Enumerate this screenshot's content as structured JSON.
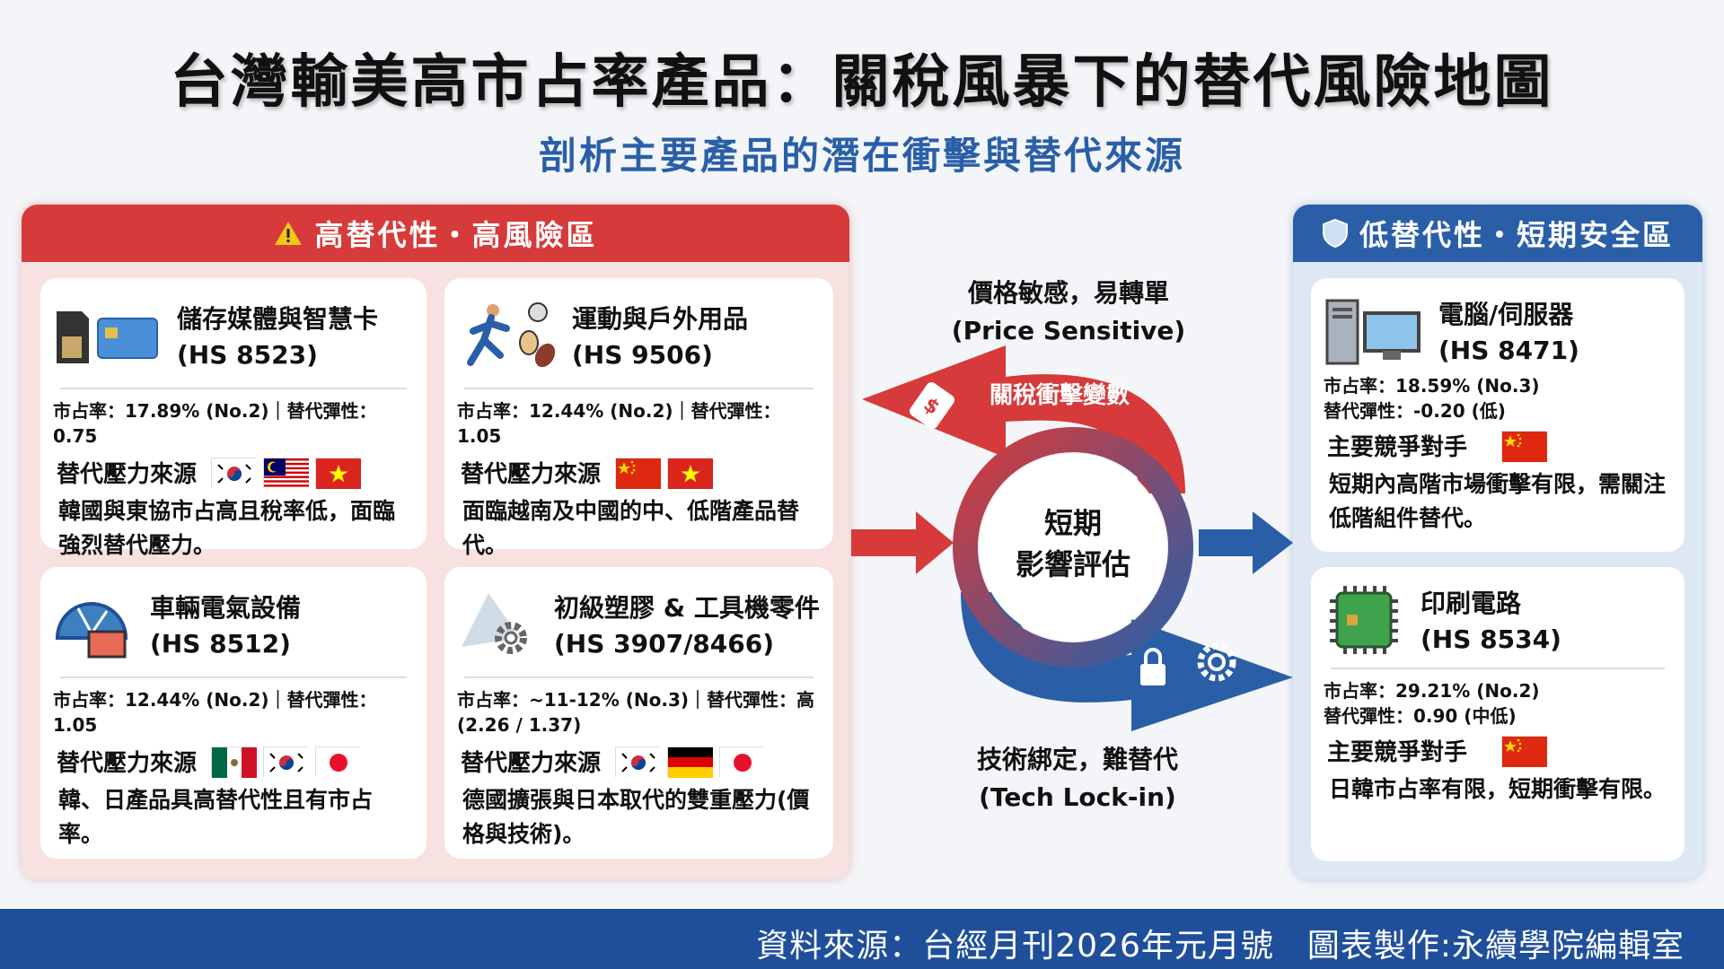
{
  "title": "台灣輸美高市占率產品：關稅風暴下的替代風險地圖",
  "subtitle": "剖析主要產品的潛在衝擊與替代來源",
  "high_zone": {
    "header": "高替代性・高風險區",
    "icon": "warning-icon",
    "color": "#d63a3a",
    "cards": [
      {
        "name": "儲存媒體與智慧卡",
        "code": "(HS 8523)",
        "icon": "memory-card-icon",
        "stat": "市占率：17.89% (No.2)｜替代彈性：0.75",
        "source_label": "替代壓力來源",
        "flags": [
          "korea",
          "malaysia",
          "vietnam"
        ],
        "desc": "韓國與東協市占高且稅率低，面臨強烈替代壓力。"
      },
      {
        "name": "運動與戶外用品",
        "code": "(HS 9506)",
        "icon": "sports-icon",
        "stat": "市占率：12.44% (No.2)｜替代彈性：1.05",
        "source_label": "替代壓力來源",
        "flags": [
          "china",
          "vietnam"
        ],
        "desc": "面臨越南及中國的中、低階產品替代。"
      },
      {
        "name": "車輛電氣設備",
        "code": "(HS 8512)",
        "icon": "vehicle-gauge-icon",
        "stat": "市占率：12.44% (No.2)｜替代彈性：1.05",
        "source_label": "替代壓力來源",
        "flags": [
          "mexico",
          "korea",
          "japan"
        ],
        "desc": "韓、日產品具高替代性且有市占率。"
      },
      {
        "name": "初級塑膠 & 工具機零件",
        "code": "(HS 3907/8466)",
        "icon": "plastic-gear-icon",
        "stat": "市占率：~11-12% (No.3)｜替代彈性：高 (2.26 / 1.37)",
        "source_label": "替代壓力來源",
        "flags": [
          "korea",
          "germany",
          "japan"
        ],
        "desc": "德國擴張與日本取代的雙重壓力(價格與技術)。"
      }
    ]
  },
  "low_zone": {
    "header": "低替代性・短期安全區",
    "icon": "shield-icon",
    "color": "#2a5fa8",
    "cards": [
      {
        "name": "電腦/伺服器",
        "code": "(HS 8471)",
        "icon": "computer-icon",
        "stat1": "市占率：18.59% (No.3)",
        "stat2": "替代彈性：-0.20 (低)",
        "source_label": "主要競爭對手",
        "flags": [
          "china"
        ],
        "desc": "短期內高階市場衝擊有限，需關注低階組件替代。"
      },
      {
        "name": "印刷電路",
        "code": "(HS 8534)",
        "icon": "circuit-board-icon",
        "stat1": "市占率：29.21% (No.2)",
        "stat2": "替代彈性：0.90 (中低)",
        "source_label": "主要競爭對手",
        "flags": [
          "china"
        ],
        "desc": "日韓市占率有限，短期衝擊有限。"
      }
    ]
  },
  "center": {
    "top_label": "價格敏感，易轉單",
    "top_label_en": "(Price Sensitive)",
    "arrow_label": "關稅衝擊變數",
    "circle_line1": "短期",
    "circle_line2": "影響評估",
    "bottom_label": "技術綁定，難替代",
    "bottom_label_en": "(Tech Lock-in)"
  },
  "footer": "資料來源：台經月刊2026年元月號　圖表製作:永續學院編輯室"
}
